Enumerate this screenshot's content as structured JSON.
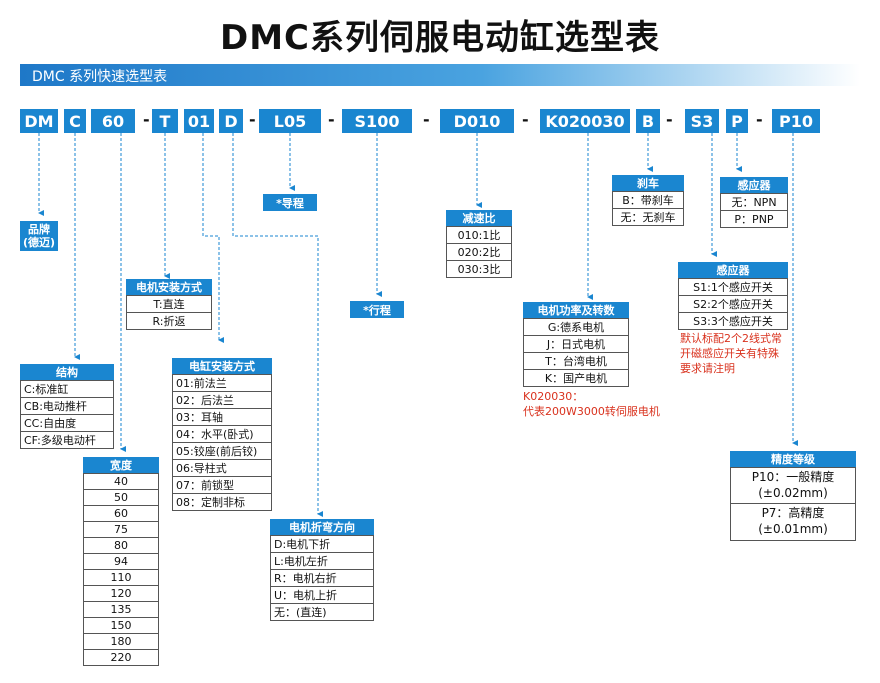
{
  "title": "DMC系列伺服电动缸选型表",
  "section_label": "DMC 系列快速选型表",
  "codes": [
    "DM",
    "C",
    "60",
    "T",
    "01",
    "D",
    "L05",
    "S100",
    "D010",
    "K020030",
    "B",
    "S3",
    "P",
    "P10"
  ],
  "dash": "-",
  "brand": {
    "line1": "品牌",
    "line2": "(德迈)"
  },
  "structure": {
    "title": "结构",
    "rows": [
      "C:标准缸",
      "CB:电动推杆",
      "CC:自由度",
      "CF:多级电动杆"
    ]
  },
  "width": {
    "title": "宽度",
    "rows": [
      "40",
      "50",
      "60",
      "75",
      "80",
      "94",
      "110",
      "120",
      "135",
      "150",
      "180",
      "220"
    ]
  },
  "motor_mount": {
    "title": "电机安装方式",
    "rows": [
      "T:直连",
      "R:折返"
    ]
  },
  "cylinder_mount": {
    "title": "电缸安装方式",
    "rows": [
      "01:前法兰",
      "02：后法兰",
      "03：耳轴",
      "04：水平(卧式)",
      "05:铰座(前后铰)",
      "06:导柱式",
      "07：前锁型",
      "08：定制非标"
    ]
  },
  "fold_direction": {
    "title": "电机折弯方向",
    "rows": [
      "D:电机下折",
      "L:电机左折",
      "R：电机右折",
      "U：电机上折",
      "无：(直连)"
    ]
  },
  "lead": {
    "title": "*导程"
  },
  "stroke": {
    "title": "*行程"
  },
  "reduction": {
    "title": "减速比",
    "rows": [
      "010:1比",
      "020:2比",
      "030:3比"
    ]
  },
  "motor_power": {
    "title": "电机功率及转数",
    "rows": [
      "G:德系电机",
      "J：日式电机",
      "T：台湾电机",
      "K：国产电机"
    ],
    "note_line1": "K020030：",
    "note_line2": "代表200W3000转伺服电机"
  },
  "brake": {
    "title": "刹车",
    "rows": [
      "B：带刹车",
      "无：无刹车"
    ]
  },
  "sensor_count": {
    "title": "感应器",
    "rows": [
      "S1:1个感应开关",
      "S2:2个感应开关",
      "S3:3个感应开关"
    ],
    "note_line1": "默认标配2个2线式常",
    "note_line2": "开磁感应开关有特殊",
    "note_line3": "要求请注明"
  },
  "sensor_type": {
    "title": "感应器",
    "rows": [
      "无：NPN",
      "P：PNP"
    ]
  },
  "precision": {
    "title": "精度等级",
    "p10_line1": "P10：一般精度",
    "p10_line2": "(±0.02mm)",
    "p7_line1": "P7：高精度",
    "p7_line2": "(±0.01mm)"
  },
  "colors": {
    "accent": "#1a86d0",
    "arrow": "#1a86d0",
    "note": "#d9321e"
  }
}
